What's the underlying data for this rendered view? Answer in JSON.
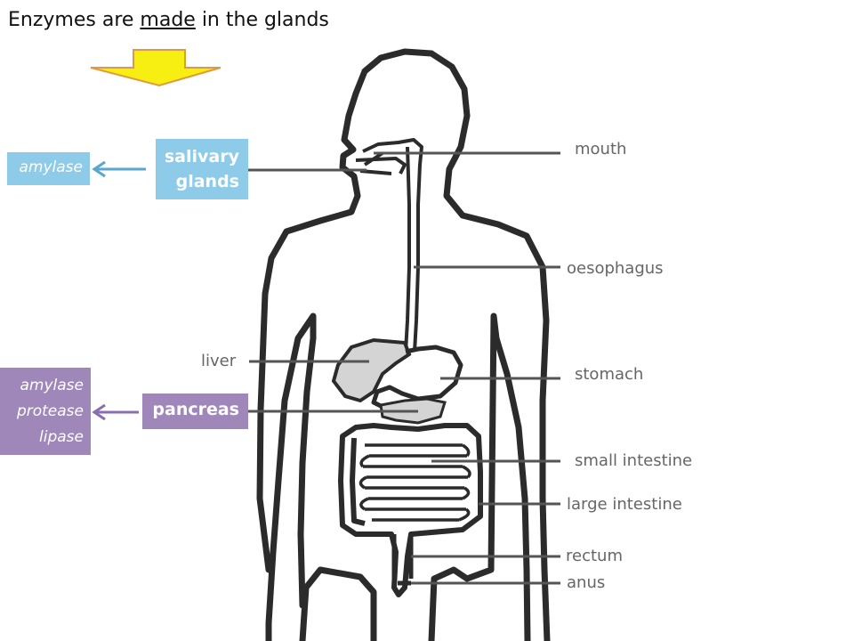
{
  "title": {
    "before": "Enzymes are ",
    "underlined": "made",
    "after": " in the glands"
  },
  "colors": {
    "arrow_fill": "#f7ef12",
    "arrow_stroke": "#e09a3e",
    "salivary_box": "#8ecbe9",
    "salivary_arrow": "#5aa6cc",
    "pancreas_box": "#9f87ba",
    "pancreas_arrow": "#8a6fb0",
    "body_outline": "#2b2b2b",
    "organ_fill": "#d4d4d4",
    "label_text": "#666666"
  },
  "glands": {
    "salivary": {
      "line1": "salivary",
      "line2": "glands",
      "enzymes": [
        "amylase"
      ]
    },
    "pancreas": {
      "label": "pancreas",
      "enzymes": [
        "amylase",
        "protease",
        "lipase"
      ]
    }
  },
  "labels": {
    "liver": "liver",
    "mouth": "mouth",
    "oesophagus": "oesophagus",
    "stomach": "stomach",
    "small_intestine": "small intestine",
    "large_intestine": "large intestine",
    "rectum": "rectum",
    "anus": "anus"
  }
}
